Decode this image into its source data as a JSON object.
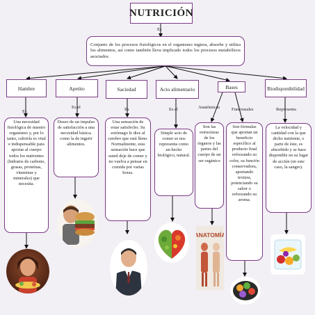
{
  "title": "NUTRICIÓN",
  "title_connector": "Es",
  "definition": "Conjunto de los procesos fisiológicos en el organismo ingiera, absorbe y utiliza los alimentos, así como también lleva implicado todos los procesos metabólicos asociados.",
  "categories": [
    {
      "label": "Hambre",
      "connector": "Es",
      "description": "Una necesidad fisiológica de nuestro organismo y, por lo tanto, cubrirla es vital e indispensable para aportar al cuerpo todos los nutrientes (hidratos de carbono, grasas, proteínas, vitaminas y minerales) que necesita."
    },
    {
      "label": "Apetito",
      "connector": "Es el",
      "description": "Deseo de un impulso de satisfacción a una necesidad básica; como la de ingerir alimentos."
    },
    {
      "label": "Saciedad",
      "connector": "Es",
      "description": "Una sensación de estar satisfecho. Su estómago le dice al cerebro que está lleno. Normalmente, esta sensación hace que usted deje de comer y no vuelva a pensar en comida por varias horas."
    },
    {
      "label": "Acto alimentario",
      "connector": "Es el",
      "description": "Simple acto de comer se nos representa como un hecho biológico, natural."
    },
    {
      "label": "Bases",
      "sub": [
        {
          "connector": "Anatómicas",
          "description": "Son las estructuras de los órganos y las partes del cuerpo de un ser orgánico"
        },
        {
          "connector": "Funcionales",
          "description": "Son fórmulas que aportan un beneficio específico al producto final reforzando su color, su función conservadora, aportando textura, potenciando su sabor o reforzando su aroma."
        }
      ]
    },
    {
      "label": "Biodisponibilidad",
      "connector": "Representa",
      "description": "La velocidad y cantidad con la que dicho nutriente, o parte de éste, es absorbido y se hace disponible en su lugar de acción (en este caso, la sangre)."
    }
  ],
  "images": {
    "anatomy_text": "ANATOMÍA"
  },
  "colors": {
    "border": "#7a3a86",
    "background": "#f2eff5"
  }
}
